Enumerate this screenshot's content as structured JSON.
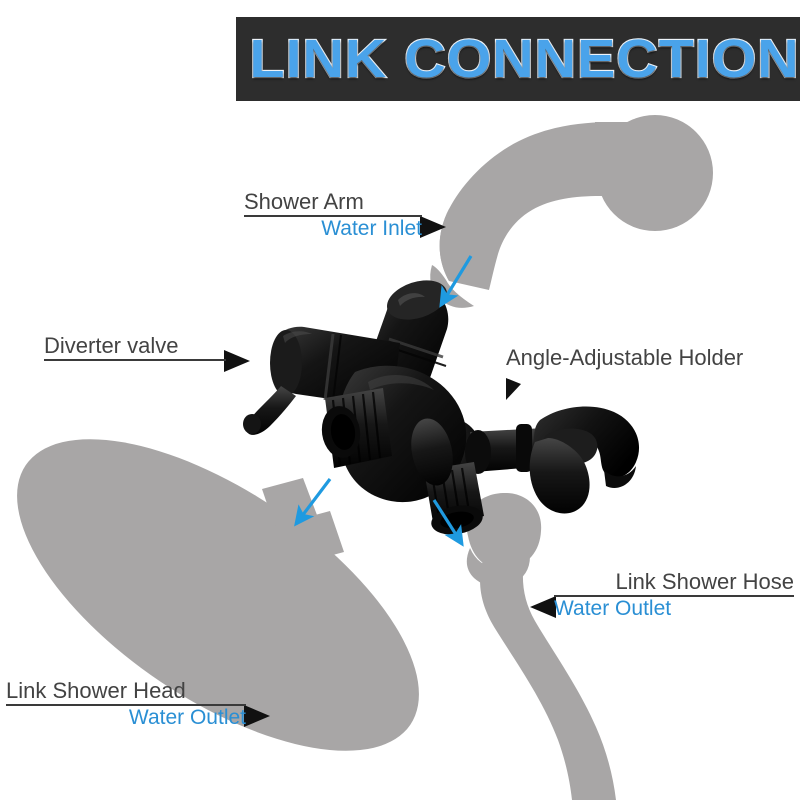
{
  "banner": {
    "title": "LINK CONNECTION",
    "background_color": "#2d2d2d",
    "text_color": "#4aa3ea",
    "outline_color": "#eef4fa"
  },
  "palette": {
    "accent_blue": "#2a8fd4",
    "arrow_blue": "#1f9ae0",
    "label_gray": "#434343",
    "part_gray": "#a8a6a6",
    "part_black": "#141414",
    "page_background": "#ffffff"
  },
  "callouts": [
    {
      "id": "shower-arm",
      "title": "Shower Arm",
      "subtitle": "Water Inlet",
      "arrow_direction": "right",
      "has_rule": true
    },
    {
      "id": "diverter-valve",
      "title": "Diverter valve",
      "subtitle": "",
      "arrow_direction": "right",
      "has_rule": true
    },
    {
      "id": "angle-adjustable-holder",
      "title": "Angle-Adjustable Holder",
      "subtitle": "",
      "arrow_direction": "down",
      "has_rule": false
    },
    {
      "id": "link-shower-hose",
      "title": "Link Shower Hose",
      "subtitle": "Water Outlet",
      "arrow_direction": "left",
      "has_rule": true
    },
    {
      "id": "link-shower-head",
      "title": "Link Shower Head",
      "subtitle": "Water Outlet",
      "arrow_direction": "right",
      "has_rule": true
    }
  ],
  "parts": [
    {
      "id": "shower-arm-pipe",
      "name": "Shower Arm",
      "color": "#a8a6a6"
    },
    {
      "id": "diverter-valve-body",
      "name": "Diverter Valve",
      "color": "#141414"
    },
    {
      "id": "holder-bracket",
      "name": "Angle-Adjustable Holder",
      "color": "#141414"
    },
    {
      "id": "shower-head-disc",
      "name": "Link Shower Head",
      "color": "#a8a6a6"
    },
    {
      "id": "shower-hose-tube",
      "name": "Link Shower Hose",
      "color": "#a8a6a6"
    }
  ],
  "connection_arrows": [
    {
      "id": "arm-to-valve",
      "from": "shower-arm-pipe",
      "to": "diverter-valve-body"
    },
    {
      "id": "valve-to-head",
      "from": "diverter-valve-body",
      "to": "shower-head-disc"
    },
    {
      "id": "valve-to-hose",
      "from": "diverter-valve-body",
      "to": "shower-hose-tube"
    }
  ]
}
